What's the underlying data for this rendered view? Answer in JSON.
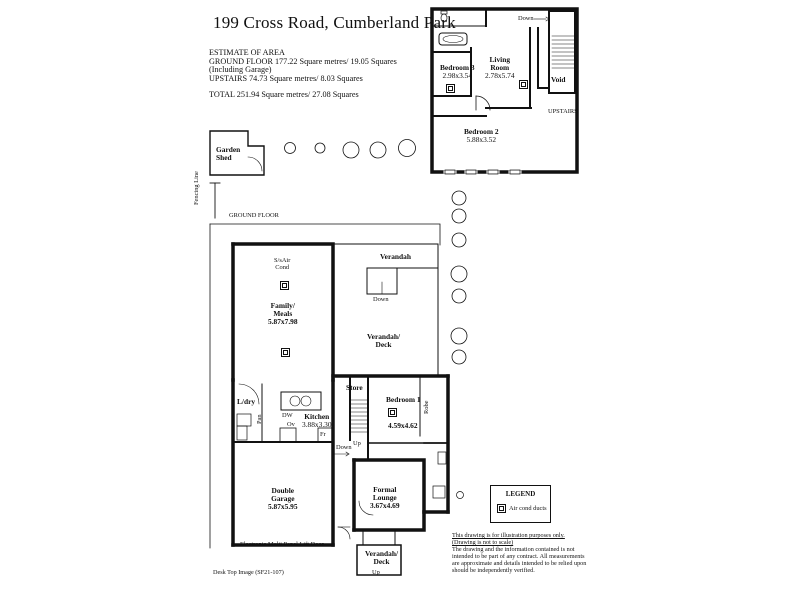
{
  "header": {
    "address": "199 Cross Road, Cumberland Park"
  },
  "area": {
    "heading": "ESTIMATE OF AREA",
    "ground_floor": "GROUND FLOOR 177.22 Square metres/  19.05 Squares",
    "ground_floor_note": "(Including Garage)",
    "upstairs": "UPSTAIRS 74.73 Square metres/  8.03 Squares",
    "total": "TOTAL  251.94 Square metres/  27.08 Squares"
  },
  "level_labels": {
    "ground_floor": "GROUND FLOOR",
    "upstairs": "UPSTAIRS",
    "fencing_line": "Fencing Line"
  },
  "upstairs_rooms": {
    "down": "Down",
    "bedroom3_name": "Bedroom 3",
    "bedroom3_size": "2.98x3.54",
    "living_name": "Living",
    "living_name2": "Room",
    "living_size": "2.78x5.74",
    "void": "Void",
    "bedroom2_name": "Bedroom 2",
    "bedroom2_size": "5.88x3.52"
  },
  "outbuildings": {
    "garden_shed1": "Garden",
    "garden_shed2": "Shed"
  },
  "ground_rooms": {
    "splitair1": "S/sAir",
    "splitair2": "Cond",
    "verandah_top": "Verandah",
    "down_verandah": "Down",
    "family1": "Family/",
    "family2": "Meals",
    "family_size": "5.87x7.98",
    "deck1": "Verandah/",
    "deck2": "Deck",
    "store": "Store",
    "laundry": "L/dry",
    "dw": "DW",
    "kitchen": "Kitchen",
    "kitchen_size": "3.88x3.30",
    "ov": "Ov",
    "fr": "Fr",
    "pantry": "Pan",
    "bedroom1": "Bedroom 1",
    "bedroom1_size": "4.59x4.62",
    "robe": "Robe",
    "up": "Up",
    "down_stair": "Down",
    "garage1": "Double",
    "garage2": "Garage",
    "garage_size": "5.87x5.95",
    "lounge1": "Formal",
    "lounge2": "Lounge",
    "lounge_size": "3.67x4.69",
    "front_verandah1": "Verandah/",
    "front_verandah2": "Deck",
    "front_up": "Up",
    "garage_door": "Electronic Multi Panel Lift Door"
  },
  "legend": {
    "title": "LEGEND",
    "item": "Air cond ducts"
  },
  "disclaimer": {
    "line1": "This drawing is for illustration purposes only.",
    "line2": "(Drawing is not to scale)",
    "body": "The drawing and the information contained is not intended to be part of any contract.  All measurements are approximate and details intended to be relied upon should be independently verified."
  },
  "footer": {
    "credit": "Desk Top Image   (SF21-107)"
  }
}
